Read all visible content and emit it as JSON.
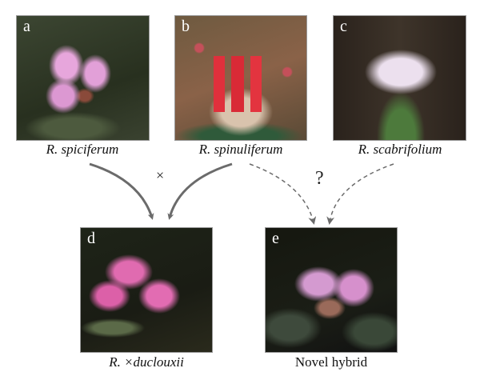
{
  "panels": [
    {
      "letter": "a",
      "species_genus": "R.",
      "species_name": "spiciferum"
    },
    {
      "letter": "b",
      "species_genus": "R.",
      "species_name": "spinuliferum"
    },
    {
      "letter": "c",
      "species_genus": "R.",
      "species_name": "scabrifolium"
    },
    {
      "letter": "d",
      "species_genus": "R.",
      "species_name": "×duclouxii"
    },
    {
      "letter": "e",
      "caption": "Novel hybrid"
    }
  ],
  "symbols": {
    "cross": "×",
    "unknown": "?"
  },
  "colors": {
    "arrow": "#6b6b6b"
  }
}
